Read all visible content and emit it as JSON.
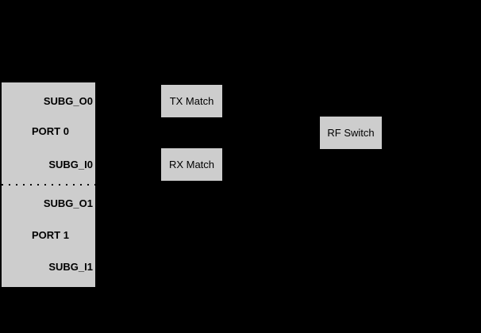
{
  "colors": {
    "canvas_bg": "#000000",
    "box_fill": "#cdcdcd",
    "text_color": "#000000"
  },
  "transceiver": {
    "ports": [
      {
        "name": "PORT 0",
        "output_pin": "SUBG_O0",
        "input_pin": "SUBG_I0"
      },
      {
        "name": "PORT 1",
        "output_pin": "SUBG_O1",
        "input_pin": "SUBG_I1"
      }
    ],
    "separator_style": "dotted"
  },
  "blocks": {
    "tx_match": {
      "label": "TX Match"
    },
    "rx_match": {
      "label": "RX Match"
    },
    "rf_switch": {
      "label": "RF Switch"
    }
  }
}
